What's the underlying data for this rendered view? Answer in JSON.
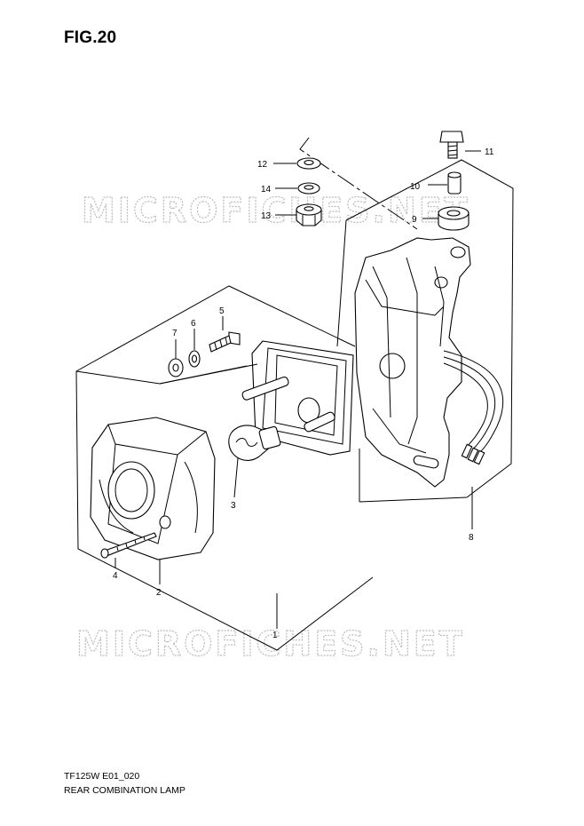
{
  "figure": {
    "title": "FIG.20",
    "model_code": "TF125W E01_020",
    "assembly_name": "REAR COMBINATION LAMP"
  },
  "watermark": {
    "text": "MICROFICHES.NET",
    "color": "#bbbbbb"
  },
  "callouts": [
    {
      "id": "c1",
      "number": "1",
      "part": "rear-combination-lamp-assy"
    },
    {
      "id": "c2",
      "number": "2",
      "part": "lens"
    },
    {
      "id": "c3",
      "number": "3",
      "part": "bulb"
    },
    {
      "id": "c4",
      "number": "4",
      "part": "lens-screw"
    },
    {
      "id": "c5",
      "number": "5",
      "part": "bolt"
    },
    {
      "id": "c6",
      "number": "6",
      "part": "lock-washer"
    },
    {
      "id": "c7",
      "number": "7",
      "part": "washer"
    },
    {
      "id": "c8",
      "number": "8",
      "part": "bracket-with-harness"
    },
    {
      "id": "c9",
      "number": "9",
      "part": "cushion"
    },
    {
      "id": "c10",
      "number": "10",
      "part": "spacer"
    },
    {
      "id": "c11",
      "number": "11",
      "part": "bolt"
    },
    {
      "id": "c12",
      "number": "12",
      "part": "washer"
    },
    {
      "id": "c13",
      "number": "13",
      "part": "nut"
    },
    {
      "id": "c14",
      "number": "14",
      "part": "lock-washer"
    }
  ],
  "colors": {
    "line": "#000000",
    "background": "#ffffff"
  }
}
